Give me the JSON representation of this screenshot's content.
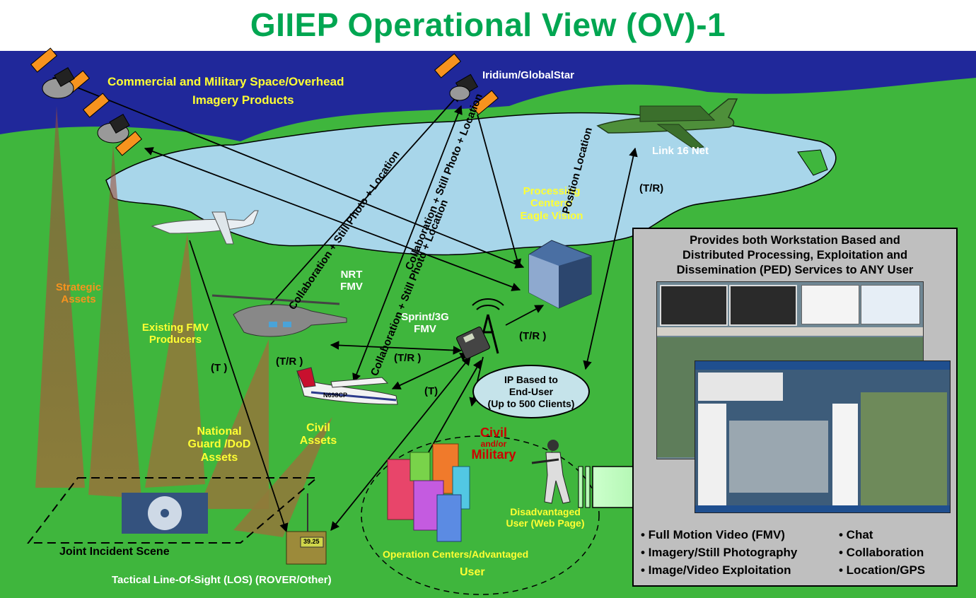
{
  "title": "GIIEP Operational View (OV)-1",
  "colors": {
    "title": "#00a651",
    "sky": "#20289a",
    "water": "#a8d6ea",
    "land": "#3fb63d",
    "label_yellow": "#ffff33",
    "label_orange": "#f7931e",
    "panel_gray": "#bfbfbf",
    "cone": "#8f7a3a"
  },
  "labels": {
    "commercial_military": "Commercial and Military  Space/Overhead",
    "imagery_products": "Imagery Products",
    "iridium": "Iridium/GlobalStar",
    "link16": "Link 16 Net",
    "tr_link16": "(T/R)",
    "processing_line1": "Processing",
    "processing_line2": "Centers/",
    "processing_line3": "Eagle Vision",
    "position_location": "Position Location",
    "collab1": "Collaboration + Still Photo + Location",
    "collab2": "Collaboration + Still Photo + Location",
    "collab3": "Collaboration + Still Photo + Location",
    "nrt_fmv_1": "NRT",
    "nrt_fmv_2": "FMV",
    "sprint_1": "Sprint/3G",
    "sprint_2": "FMV",
    "tr_tower": "(T/R )",
    "tr_plane": "(T/R )",
    "tr_heli": "(T/R )",
    "t_left": "(T )",
    "t_mid": "(T)",
    "strategic_1": "Strategic",
    "strategic_2": "Assets",
    "existing_1": "Existing FMV",
    "existing_2": "Producers",
    "national_1": "National",
    "national_2": "Guard /DoD",
    "national_3": "Assets",
    "civil_assets_1": "Civil",
    "civil_assets_2": "Assets",
    "civil_mil_1": "Civil",
    "civil_mil_2": "and/or",
    "civil_mil_3": "Military",
    "joint_incident": "Joint Incident Scene",
    "tactical_los": "Tactical Line-Of-Sight (LOS) (ROVER/Other)",
    "operation_centers": "Operation Centers/Advantaged",
    "user": "User",
    "disadvantaged_1": "Disadvantaged",
    "disadvantaged_2": "User (Web Page)",
    "ip_based_1": "IP Based to",
    "ip_based_2": "End-User",
    "ip_based_3": "(Up to 500 Clients)",
    "rover_display": "39.25",
    "plane_tail": "N698CP"
  },
  "panel": {
    "heading_1": "Provides both Workstation Based  and",
    "heading_2": "Distributed  Processing, Exploitation and",
    "heading_3": "Dissemination (PED) Services to ANY User",
    "features_left": [
      "• Full Motion Video (FMV)",
      "• Imagery/Still Photography",
      "• Image/Video Exploitation"
    ],
    "features_right": [
      "• Chat",
      "• Collaboration",
      "• Location/GPS"
    ]
  }
}
